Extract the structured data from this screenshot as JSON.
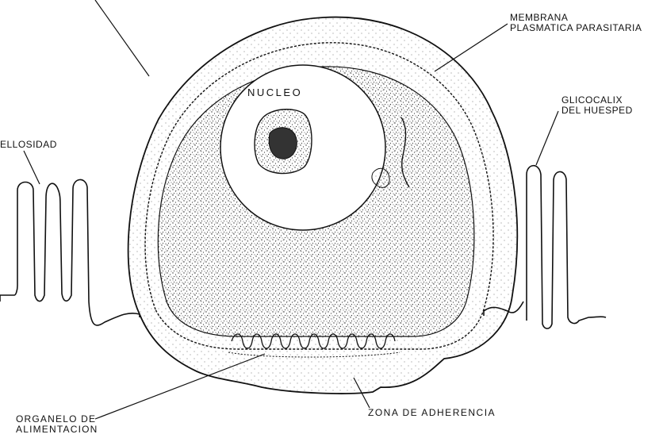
{
  "labels": {
    "nucleo": "NUCLEO",
    "membrana_line1": "MEMBRANA",
    "membrana_line2": "PLASMATICA PARASITARIA",
    "glicocalix_line1": "GLICOCALIX",
    "glicocalix_line2": "DEL HUESPED",
    "vellosidad": "ELLOSIDAD",
    "organelo_line1": "ORGANELO DE",
    "organelo_line2": "ALIMENTACION",
    "zona": "ZONA DE ADHERENCIA"
  },
  "colors": {
    "ink": "#111111",
    "stipple": "#333333",
    "background": "#ffffff"
  }
}
